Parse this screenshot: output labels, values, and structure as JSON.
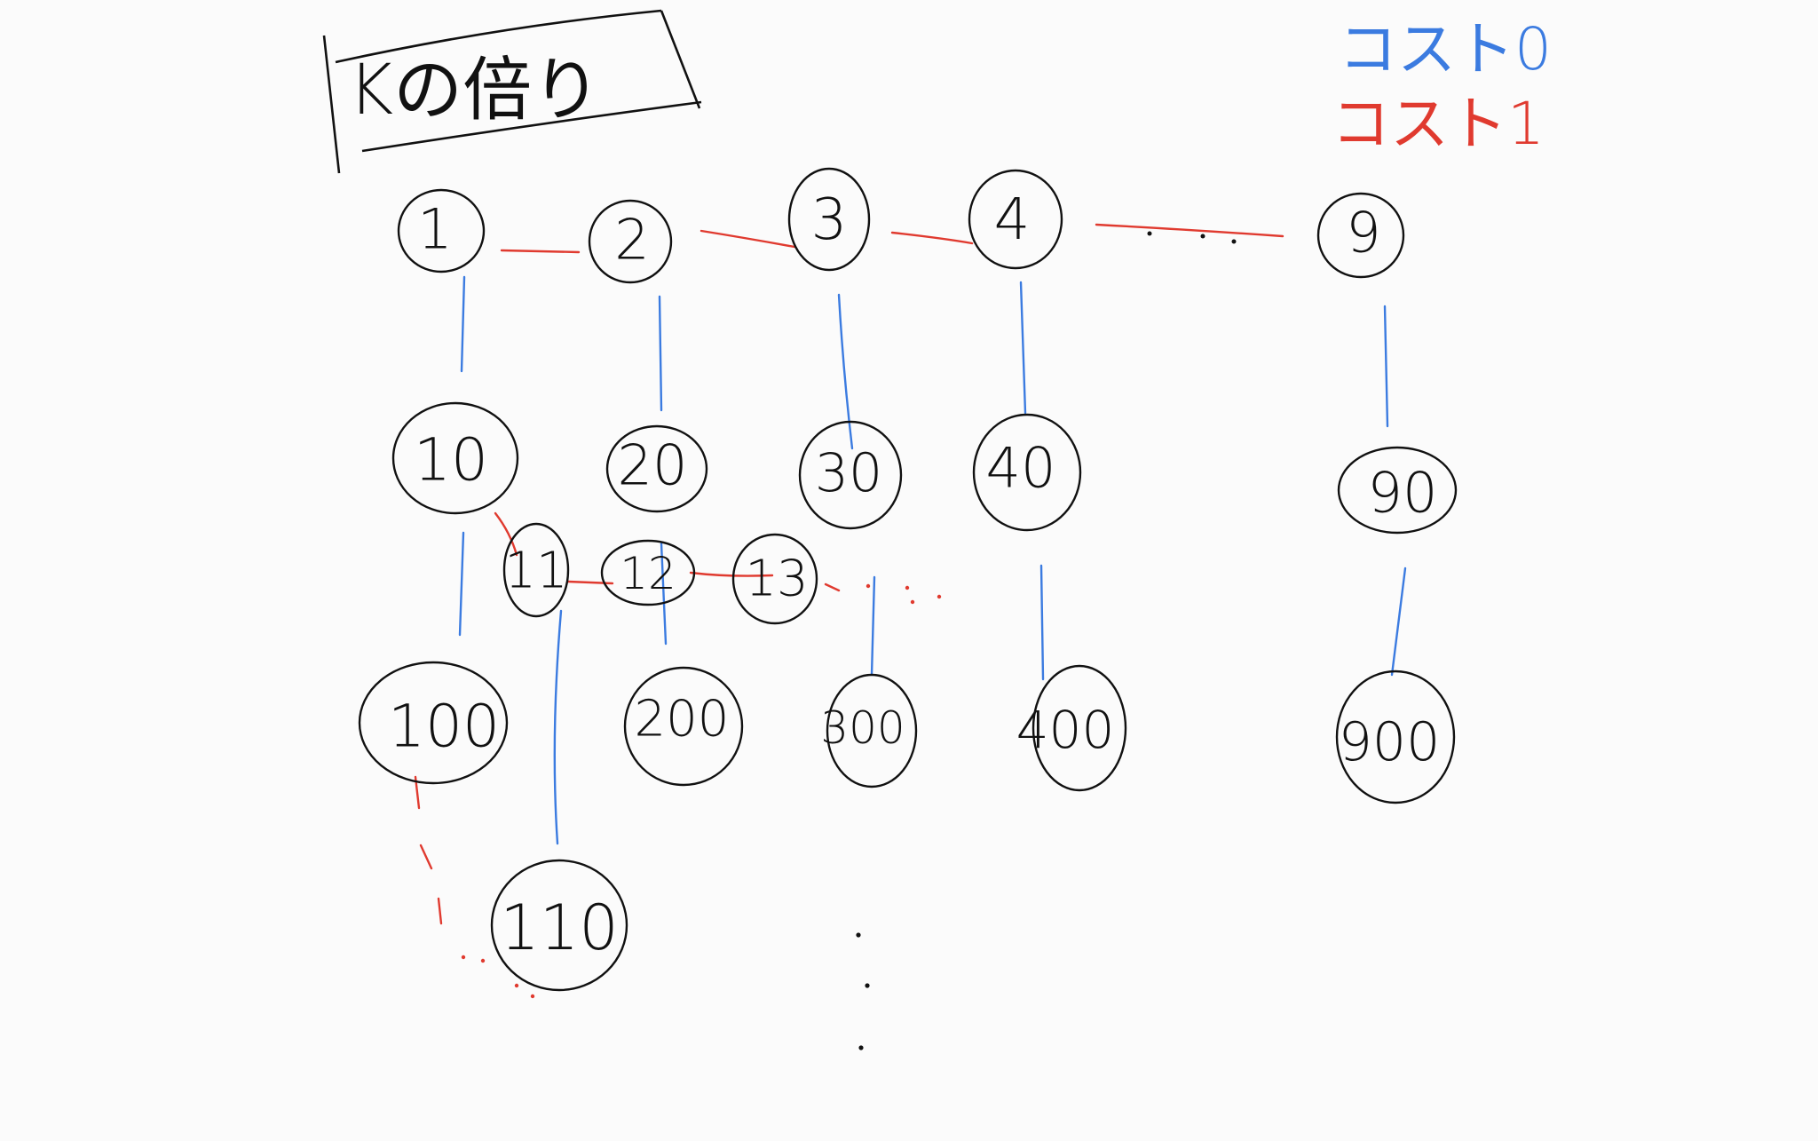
{
  "title": "Kの倍り",
  "legend": {
    "cost0": {
      "label": "コスト0",
      "color": "#3b7be0"
    },
    "cost1": {
      "label": "コスト1",
      "color": "#e03a2f"
    }
  },
  "colors": {
    "blue_edge": "#3b7be0",
    "red_edge": "#e03a2f",
    "ink": "#111111",
    "background": "#fbfbfb"
  },
  "nodes": {
    "n1": "1",
    "n2": "2",
    "n3": "3",
    "n4": "4",
    "n9": "9",
    "n10": "10",
    "n20": "20",
    "n30": "30",
    "n40": "40",
    "n90": "90",
    "n11": "11",
    "n12": "12",
    "n13": "13",
    "n100": "100",
    "n200": "200",
    "n300": "300",
    "n400": "400",
    "n900": "900",
    "n110": "110"
  },
  "edges": {
    "cost0": [
      [
        "n1",
        "n10"
      ],
      [
        "n2",
        "n20"
      ],
      [
        "n3",
        "n30"
      ],
      [
        "n4",
        "n40"
      ],
      [
        "n9",
        "n90"
      ],
      [
        "n10",
        "n100"
      ],
      [
        "n20",
        "n200"
      ],
      [
        "n30",
        "n300"
      ],
      [
        "n40",
        "n400"
      ],
      [
        "n90",
        "n900"
      ],
      [
        "n11",
        "n110"
      ]
    ],
    "cost1": [
      [
        "n1",
        "n2"
      ],
      [
        "n2",
        "n3"
      ],
      [
        "n3",
        "n4"
      ],
      [
        "n4",
        "n9"
      ],
      [
        "n10",
        "n11"
      ],
      [
        "n11",
        "n12"
      ],
      [
        "n12",
        "n13"
      ],
      [
        "n100",
        "n110"
      ]
    ]
  }
}
